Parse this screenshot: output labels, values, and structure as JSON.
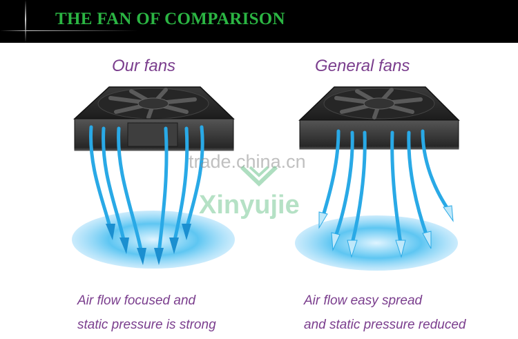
{
  "banner": {
    "title": "THE FAN OF COMPARISON"
  },
  "left": {
    "heading": "Our fans",
    "caption_line1": "Air flow focused and",
    "caption_line2": "static pressure is strong"
  },
  "right": {
    "heading": "General fans",
    "caption_line1": "Air flow easy spread",
    "caption_line2": "and static pressure reduced"
  },
  "watermark": {
    "site": "trade.china.cn",
    "brand": "Xinyujie"
  },
  "colors": {
    "banner_bg": "#000000",
    "banner_title": "#2bb543",
    "heading_text": "#7a3d8d",
    "airflow": "#29a9e6",
    "pool": "#3db8ee"
  }
}
